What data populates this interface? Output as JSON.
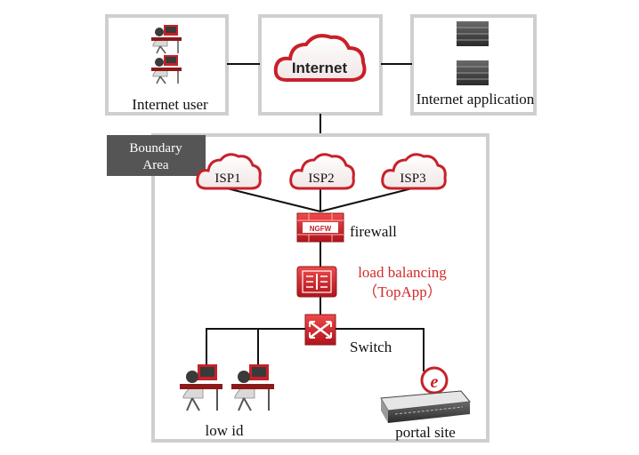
{
  "internet_box": {
    "user_label": "Internet user",
    "cloud_label": "Internet",
    "app_label": "Internet application"
  },
  "boundary": {
    "title_line1": "Boundary",
    "title_line2": "Area"
  },
  "isps": [
    {
      "label": "ISP1"
    },
    {
      "label": "ISP2"
    },
    {
      "label": "ISP3"
    }
  ],
  "firewall": {
    "badge": "NGFW",
    "label": "firewall"
  },
  "load_balancer": {
    "label_line1": "load balancing",
    "label_line2": "（TopApp）"
  },
  "switch": {
    "label": "Switch"
  },
  "bottom": {
    "users_label": "low id",
    "portal_label": "portal site",
    "portal_badge": "e"
  },
  "colors": {
    "accent_red": "#c8202a",
    "box_border": "#cfcfcf",
    "boundary_tag": "#555555"
  }
}
